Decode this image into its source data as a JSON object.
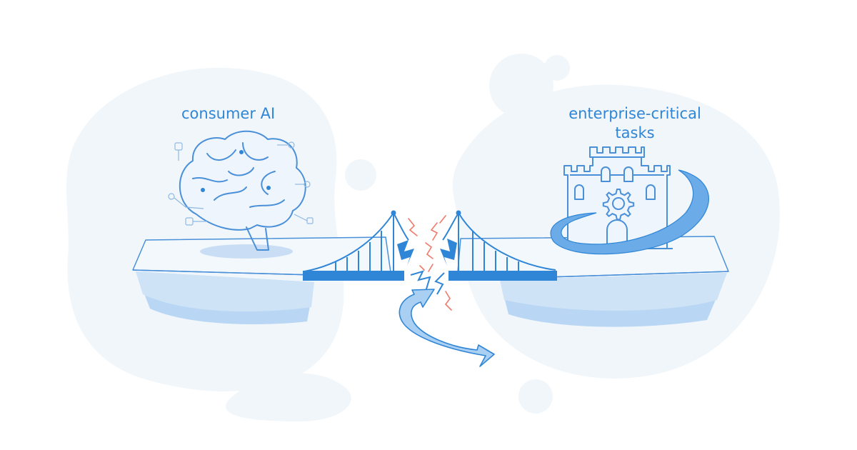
{
  "labels": {
    "left": "consumer AI",
    "right_line1": "enterprise-critical",
    "right_line2": "tasks"
  },
  "colors": {
    "primary": "#2f86d6",
    "stroke": "#4a90d9",
    "light_fill": "#dbeaf9",
    "ice_fill": "#b9d7f4",
    "background_blob": "#f1f6fb",
    "crack_red": "#f07a6a"
  },
  "icons": {
    "left_object": "brain-icon",
    "right_object": "castle-icon",
    "castle_emblem": "gear-icon",
    "bridge": "suspension-bridge-icon",
    "break": "lightning-crack-icon",
    "redirect": "curved-arrow-icon"
  }
}
